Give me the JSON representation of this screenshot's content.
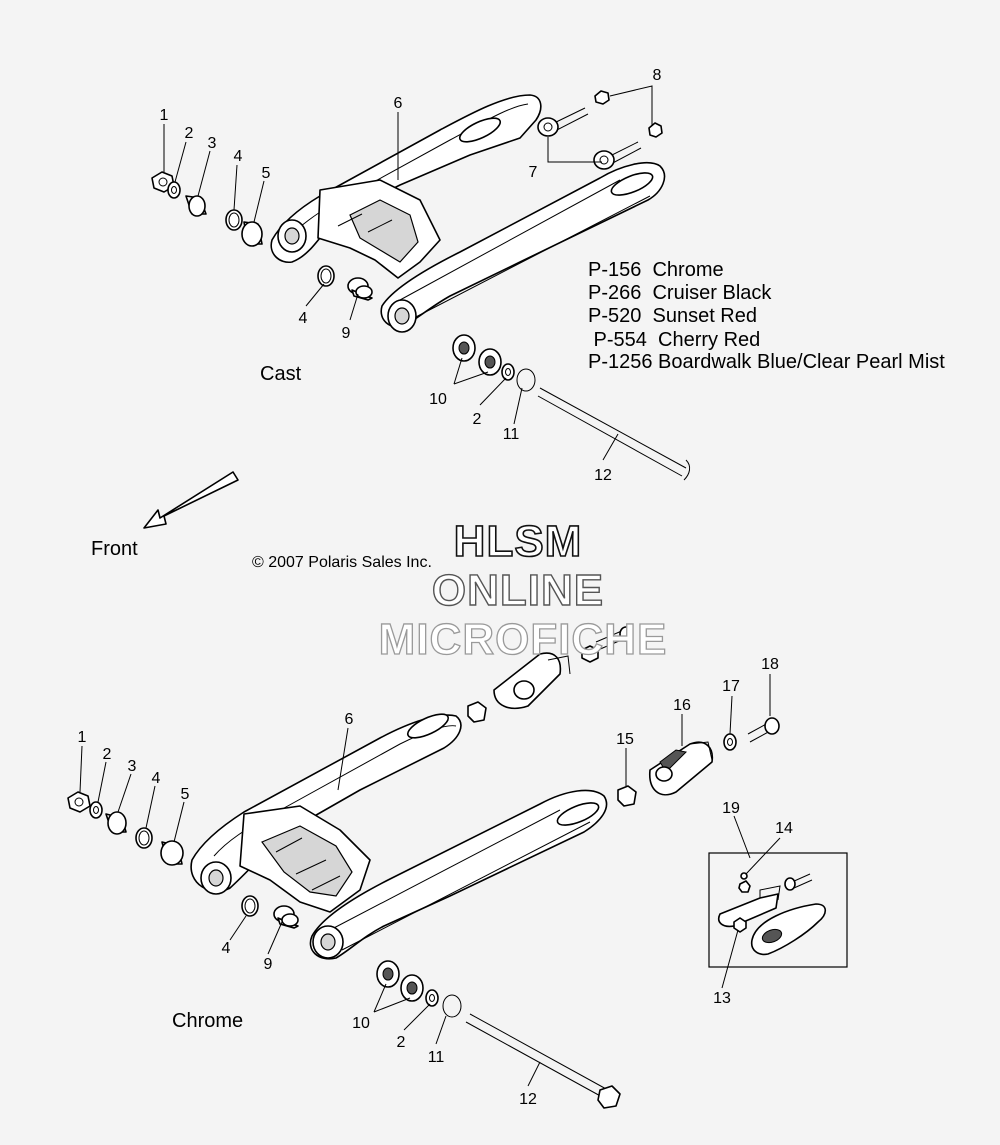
{
  "paint_codes": [
    "P-156  Chrome",
    "P-266  Cruiser Black",
    "P-520  Sunset Red",
    " P-554  Cherry Red",
    "P-1256 Boardwalk Blue/Clear Pearl Mist"
  ],
  "section_labels": {
    "cast": "Cast",
    "chrome": "Chrome",
    "front": "Front"
  },
  "copyright": "© 2007 Polaris Sales Inc.",
  "watermark": [
    "HLSM",
    "ONLINE",
    "MICROFICHE"
  ],
  "top_callouts": {
    "c1": "1",
    "c2": "2",
    "c3": "3",
    "c4": "4",
    "c5": "5",
    "c6": "6",
    "c7": "7",
    "c8": "8",
    "c4b": "4",
    "c9": "9",
    "c10": "10",
    "c2b": "2",
    "c11": "11",
    "c12": "12"
  },
  "bottom_callouts": {
    "c1": "1",
    "c2": "2",
    "c3": "3",
    "c4": "4",
    "c5": "5",
    "c6": "6",
    "c4b": "4",
    "c9": "9",
    "c10": "10",
    "c2b": "2",
    "c11": "11",
    "c12": "12",
    "c13": "13",
    "c14": "14",
    "c15": "15",
    "c16": "16",
    "c17": "17",
    "c18": "18",
    "c19": "19"
  }
}
